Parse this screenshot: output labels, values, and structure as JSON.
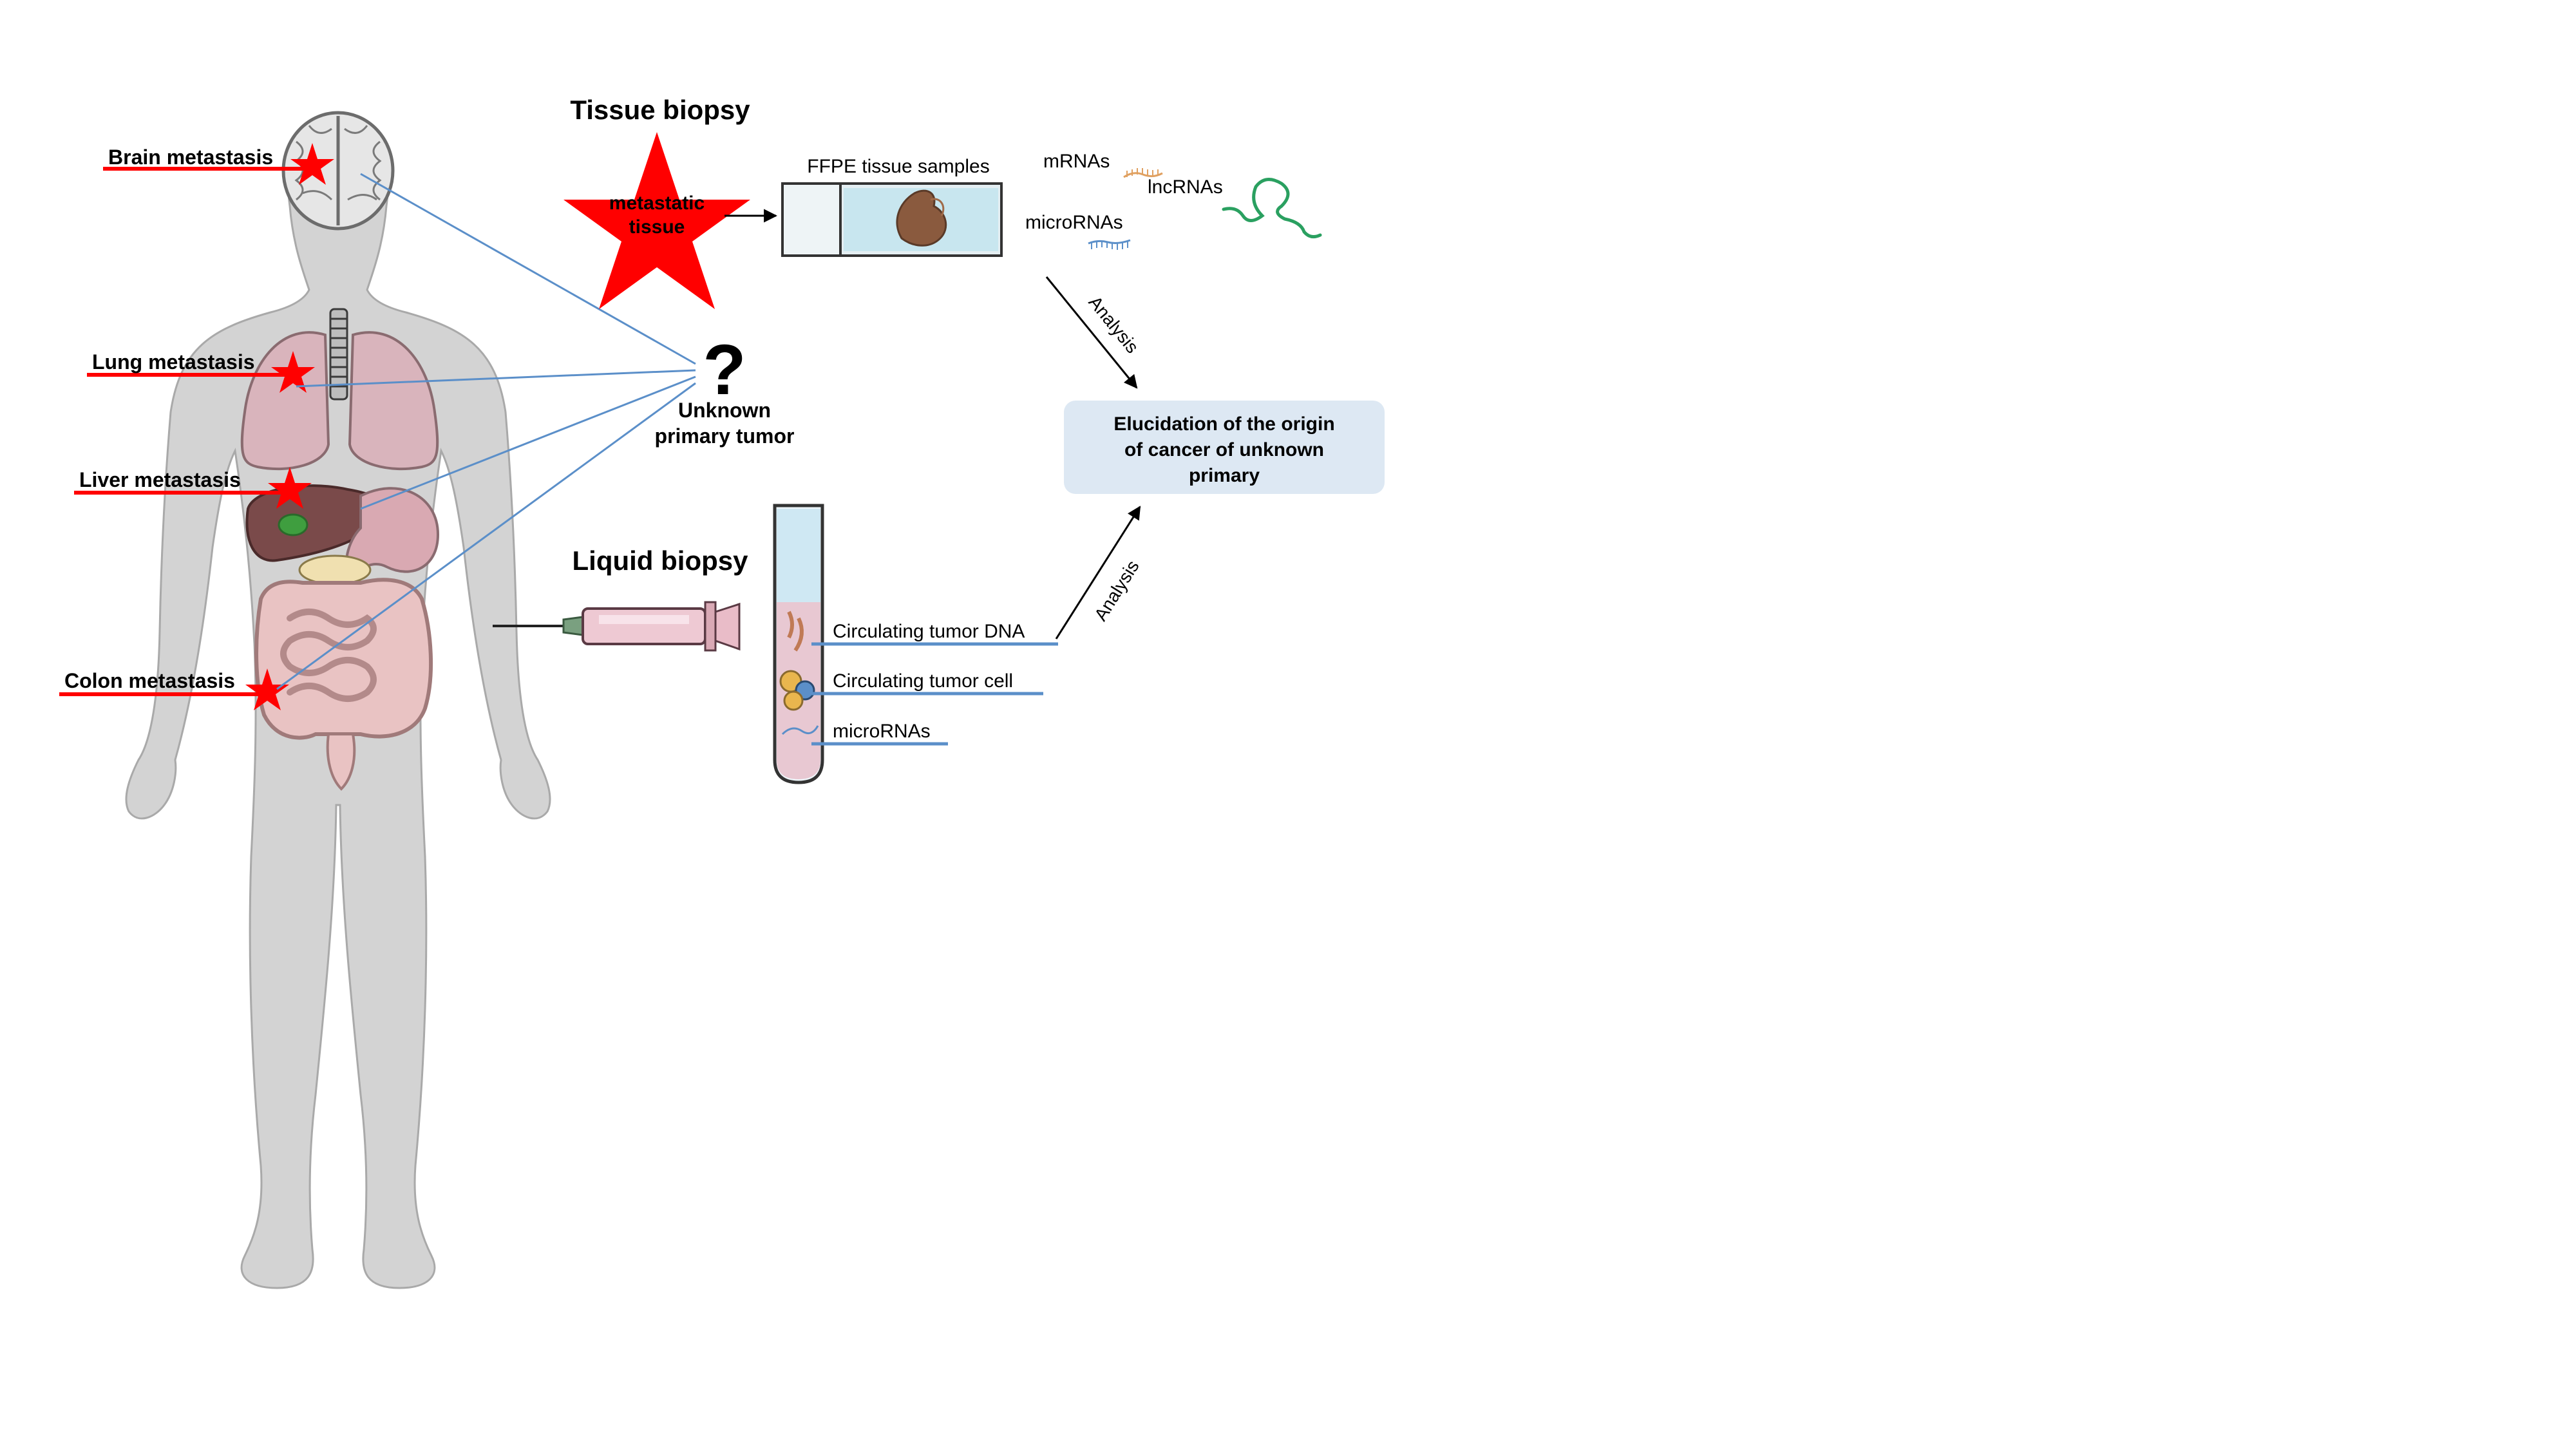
{
  "metastases": {
    "brain": "Brain metastasis",
    "lung": "Lung metastasis",
    "liver": "Liver metastasis",
    "colon": "Colon metastasis"
  },
  "unknown_primary": {
    "question_mark": "?",
    "line1": "Unknown",
    "line2": "primary tumor"
  },
  "tissue_biopsy": {
    "title": "Tissue biopsy",
    "star_line1": "metastatic",
    "star_line2": "tissue",
    "ffpe_label": "FFPE tissue samples",
    "mrnas": "mRNAs",
    "lncrnas": "lncRNAs",
    "micrornas": "microRNAs"
  },
  "liquid_biopsy": {
    "title": "Liquid biopsy",
    "ctdna": "Circulating tumor DNA",
    "ctc": "Circulating tumor cell",
    "micrornas": "microRNAs"
  },
  "analysis": {
    "upper": "Analysis",
    "lower": "Analysis"
  },
  "result": {
    "line1": "Elucidation  of the origin",
    "line2": "of cancer of unknown",
    "line3": "primary"
  },
  "colors": {
    "star_red": "#ff0000",
    "link_blue": "#5b8fc9",
    "body_gray": "#d3d3d3",
    "result_box": "#dde8f3"
  }
}
